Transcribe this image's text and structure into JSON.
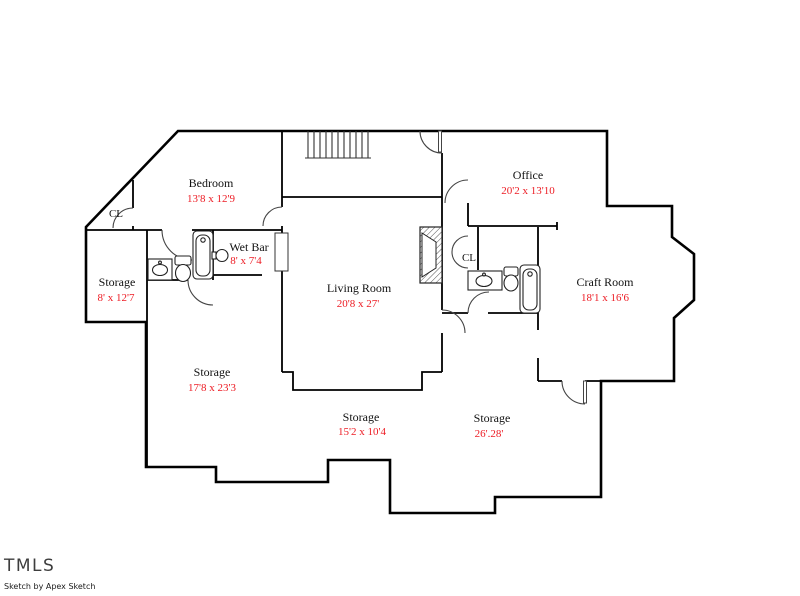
{
  "branding": {
    "logo": "TMLS",
    "credit": "Sketch by Apex Sketch"
  },
  "colors": {
    "wall": "#000000",
    "room_name": "#111111",
    "dimension": "#ed1c24"
  },
  "rooms": [
    {
      "id": "bedroom",
      "name": "Bedroom",
      "dimensions": "13'8 x 12'9"
    },
    {
      "id": "office",
      "name": "Office",
      "dimensions": "20'2 x 13'10"
    },
    {
      "id": "wet-bar",
      "name": "Wet Bar",
      "dimensions": "8' x 7'4"
    },
    {
      "id": "storage-left",
      "name": "Storage",
      "dimensions": "8' x 12'7"
    },
    {
      "id": "living-room",
      "name": "Living Room",
      "dimensions": "20'8 x 27'"
    },
    {
      "id": "craft-room",
      "name": "Craft Room",
      "dimensions": "18'1 x 16'6"
    },
    {
      "id": "storage-middle",
      "name": "Storage",
      "dimensions": "17'8 x 23'3"
    },
    {
      "id": "storage-bottom",
      "name": "Storage",
      "dimensions": "15'2 x 10'4"
    },
    {
      "id": "storage-right",
      "name": "Storage",
      "dimensions": "26'.28'"
    }
  ],
  "closets": [
    {
      "label": "CL"
    },
    {
      "label": "CL"
    }
  ]
}
